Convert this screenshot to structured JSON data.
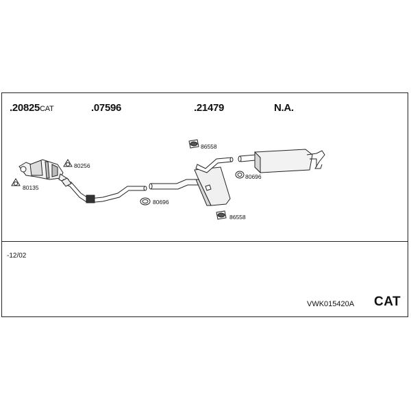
{
  "headers": {
    "part1": ".20825",
    "part1_suffix": "CAT",
    "part2": ".07596",
    "part3": ".21479",
    "part4": "N.A."
  },
  "labels": {
    "gasket_80256": "80256",
    "gasket_80135": "80135",
    "clamp_80696_a": "80696",
    "clamp_86558_top": "86558",
    "clamp_80696_b": "80696",
    "clamp_86558_bottom": "86558"
  },
  "footer": {
    "date_range": "-12/02",
    "set_code": "VWK015420A",
    "category": "CAT"
  },
  "icons": [
    "catalytic-converter-icon",
    "front-pipe-icon",
    "middle-pipe-icon",
    "center-silencer-icon",
    "rear-silencer-icon",
    "gasket-icon",
    "clamp-icon",
    "hanger-icon"
  ]
}
